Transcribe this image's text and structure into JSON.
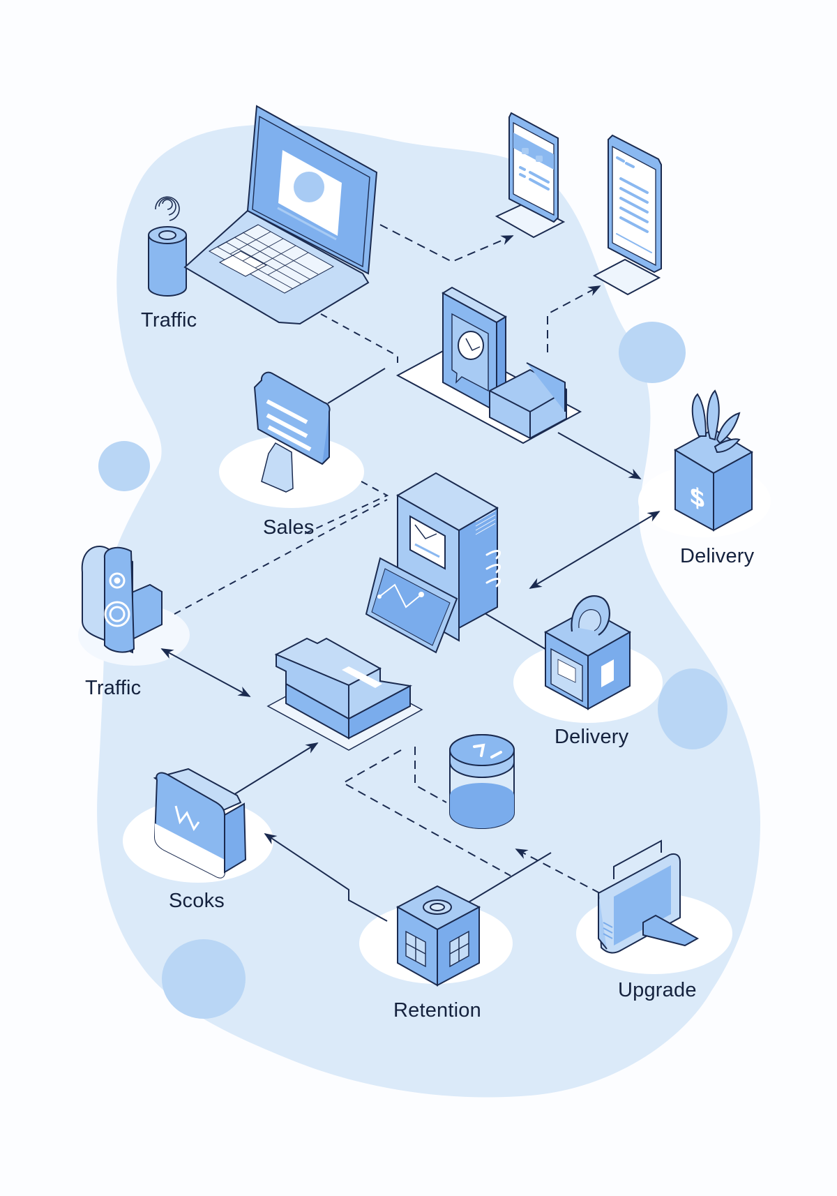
{
  "diagram": {
    "type": "isometric network flow diagram",
    "colors": {
      "background": "#fcfdff",
      "blob": "#dbeaf9",
      "accent_circle": "#b9d6f5",
      "platform": "#ffffff",
      "icon_fill": "#8ab8f0",
      "icon_fill_light": "#c4dcf7",
      "icon_stroke": "#1a2a4f",
      "text": "#14213d"
    },
    "nodes": [
      {
        "id": "smart-speaker",
        "icon": "cylinder-speaker-icon",
        "label": "Traffic"
      },
      {
        "id": "laptop",
        "icon": "laptop-icon",
        "label": ""
      },
      {
        "id": "tablet",
        "icon": "tablet-icon",
        "label": ""
      },
      {
        "id": "phone",
        "icon": "phone-icon",
        "label": ""
      },
      {
        "id": "chat-hub",
        "icon": "chat-clock-icon",
        "label": ""
      },
      {
        "id": "receipt-printer",
        "icon": "receipt-printer-icon",
        "label": "Sales"
      },
      {
        "id": "money-box",
        "icon": "dollar-plant-box-icon",
        "label": "Delivery"
      },
      {
        "id": "server",
        "icon": "server-tower-icon",
        "label": ""
      },
      {
        "id": "padlock-box",
        "icon": "padlock-box-icon",
        "label": "Delivery"
      },
      {
        "id": "speaker",
        "icon": "loudspeaker-icon",
        "label": "Traffic"
      },
      {
        "id": "router",
        "icon": "router-box-icon",
        "label": ""
      },
      {
        "id": "database",
        "icon": "database-jar-icon",
        "label": ""
      },
      {
        "id": "wallet",
        "icon": "wallet-icon",
        "label": "Scoks"
      },
      {
        "id": "cube",
        "icon": "gear-cube-icon",
        "label": "Retention"
      },
      {
        "id": "card-terminal",
        "icon": "card-terminal-icon",
        "label": "Upgrade"
      }
    ],
    "edges": [
      {
        "from": "laptop",
        "to": "tablet",
        "style": "dashed",
        "arrow": "end"
      },
      {
        "from": "chat-hub",
        "to": "phone",
        "style": "dashed",
        "arrow": "end"
      },
      {
        "from": "laptop",
        "to": "chat-hub",
        "style": "dashed",
        "arrow": "none"
      },
      {
        "from": "receipt-printer",
        "to": "chat-hub",
        "style": "solid",
        "arrow": "none"
      },
      {
        "from": "chat-hub",
        "to": "money-box",
        "style": "solid",
        "arrow": "end"
      },
      {
        "from": "money-box",
        "to": "server",
        "style": "solid",
        "arrow": "both"
      },
      {
        "from": "receipt-printer",
        "to": "server",
        "style": "dashed",
        "arrow": "none"
      },
      {
        "from": "speaker",
        "to": "server",
        "style": "dashed",
        "arrow": "none"
      },
      {
        "from": "server",
        "to": "padlock-box",
        "style": "solid",
        "arrow": "none"
      },
      {
        "from": "speaker",
        "to": "router",
        "style": "solid",
        "arrow": "both"
      },
      {
        "from": "wallet",
        "to": "router",
        "style": "solid",
        "arrow": "end"
      },
      {
        "from": "router",
        "to": "database",
        "style": "dashed",
        "arrow": "none"
      },
      {
        "from": "router",
        "to": "card-terminal",
        "style": "dashed",
        "arrow": "start"
      },
      {
        "from": "cube",
        "to": "wallet",
        "style": "solid",
        "arrow": "end"
      },
      {
        "from": "cube",
        "to": "card-terminal",
        "style": "solid",
        "arrow": "none"
      }
    ]
  },
  "labels": {
    "traffic_top": "Traffic",
    "sales": "Sales",
    "delivery_right": "Delivery",
    "traffic_left": "Traffic",
    "delivery_center": "Delivery",
    "scoks": "Scoks",
    "retention": "Retention",
    "upgrade": "Upgrade"
  }
}
